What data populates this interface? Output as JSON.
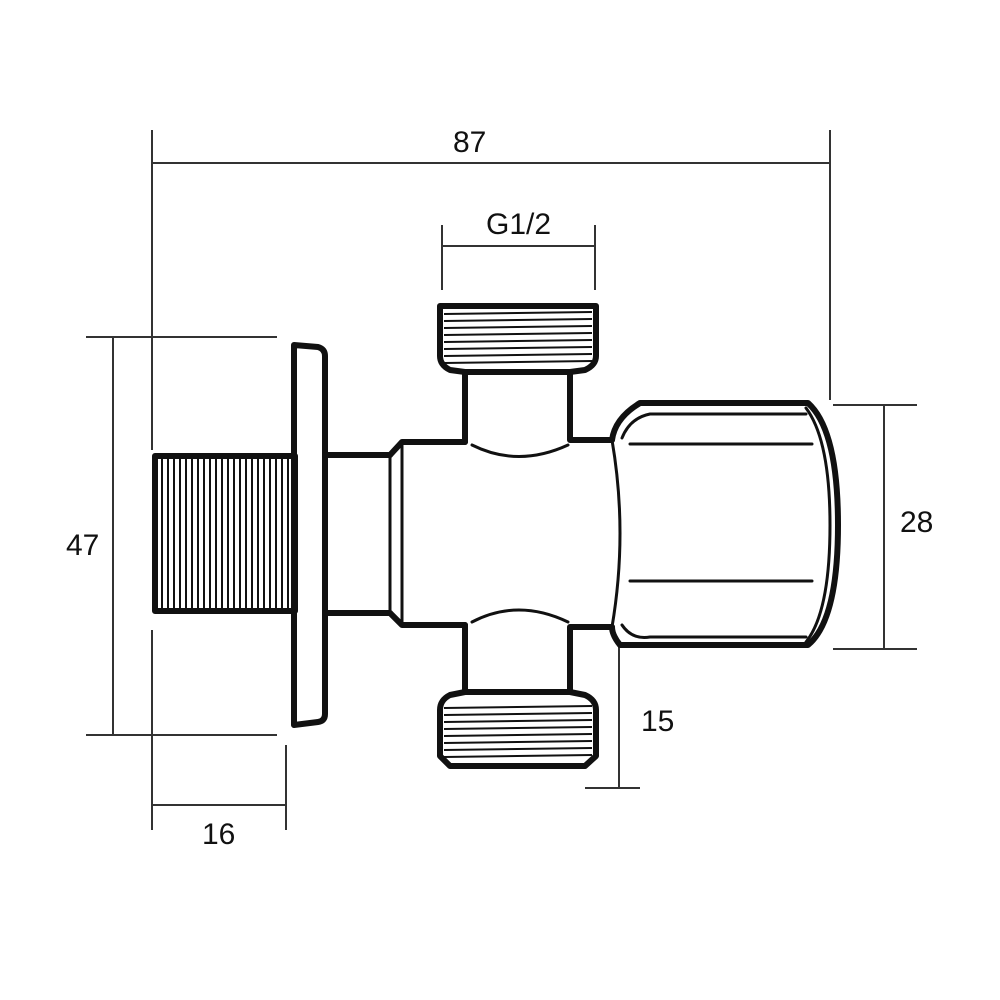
{
  "drawing": {
    "subject": "Angle valve technical drawing",
    "line_color": "#111111",
    "background": "#ffffff"
  },
  "dimensions": {
    "overall_length": {
      "label": "87"
    },
    "thread_top": {
      "label": "G1/2"
    },
    "flange_height": {
      "label": "47"
    },
    "cap_diameter": {
      "label": "28"
    },
    "outlet_offset": {
      "label": "15"
    },
    "inlet_thread_length": {
      "label": "16"
    }
  }
}
